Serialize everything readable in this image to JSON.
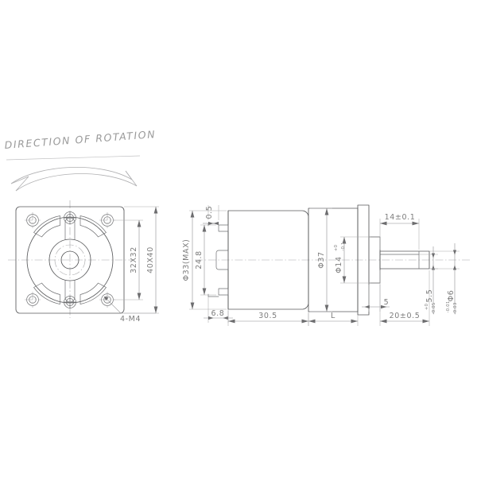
{
  "drawing": {
    "title": "DIRECTION OF ROTATION",
    "annotation_rotation_icon": "curved-arrow-double-headed"
  },
  "front_view": {
    "name": "flange-mounting-face",
    "dimensions": {
      "bolt_circle_square": "32X32",
      "flange_square": "40X40",
      "thread_callout": "4-M4"
    },
    "features": {
      "screw_holes": 4,
      "pilot_holes": 2,
      "center_bore": "center-bore",
      "slots": 4
    }
  },
  "side_view": {
    "name": "motor-gearbox-assembly-side-view",
    "dimensions": {
      "terminal_thickness": "0.5",
      "terminal_span": "24.8",
      "motor_body_dia": "Φ33(MAX)",
      "terminal_offset": "6.8",
      "motor_length": "30.5",
      "gearbox_dia": "Φ37",
      "gearbox_length": "L",
      "pilot_boss_dia": "Φ14",
      "pilot_boss_tol_upper": "+0",
      "pilot_boss_tol_lower": "-0.1",
      "pilot_boss_height": "5",
      "shaft_flat_length": "14±0.1",
      "shaft_length": "20±0.5",
      "shaft_flat_height": "5.5",
      "shaft_flat_tol_upper": "+0",
      "shaft_flat_tol_lower": "-0.05",
      "shaft_dia": "Φ6",
      "shaft_dia_tol_upper": "-0.01",
      "shaft_dia_tol_lower": "-0.03"
    }
  },
  "colors": {
    "line": "#58595b",
    "dim": "#8e8e90",
    "text": "#7d7d7d",
    "title": "#9a9a9a",
    "background": "#ffffff"
  }
}
